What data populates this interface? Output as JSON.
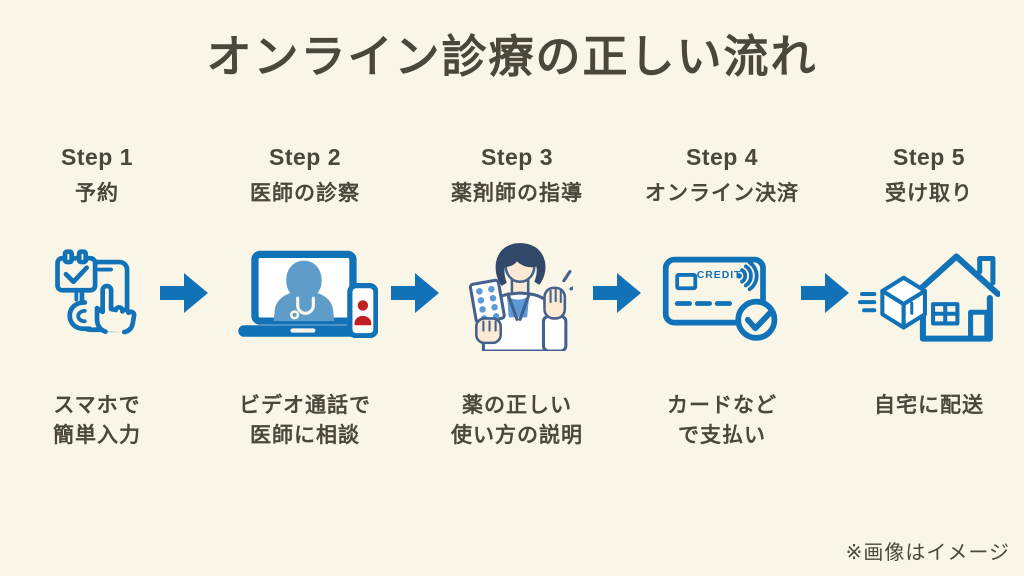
{
  "page": {
    "title": "オンライン診療の正しい流れ",
    "note": "※画像はイメージ"
  },
  "colors": {
    "background": "#FAF6E7",
    "text": "#4B473A",
    "blue": "#1272B8",
    "light_blue": "#5E9DC9",
    "red": "#C01F24",
    "navy_outline": "#44608C",
    "hair_navy": "#32486B",
    "skin": "#FBE9D3",
    "shirt_blue": "#5B9BD5"
  },
  "steps": [
    {
      "label": "Step 1",
      "name": "予約",
      "caption": "スマホで\n簡単入力",
      "icon": "calendar-booking-smartphone-icon"
    },
    {
      "label": "Step 2",
      "name": "医師の診察",
      "caption": "ビデオ通話で\n医師に相談",
      "icon": "laptop-video-call-doctor-icon"
    },
    {
      "label": "Step 3",
      "name": "薬剤師の指導",
      "caption": "薬の正しい\n使い方の説明",
      "icon": "pharmacist-with-medicine-icon"
    },
    {
      "label": "Step 4",
      "name": "オンライン決済",
      "caption": "カードなど\nで支払い",
      "icon": "credit-card-payment-icon"
    },
    {
      "label": "Step 5",
      "name": "受け取り",
      "caption": "自宅に配送",
      "icon": "home-delivery-box-icon"
    }
  ],
  "icons": {
    "credit_card_label": "CREDIT",
    "flow_arrow": "arrow-right-icon"
  }
}
